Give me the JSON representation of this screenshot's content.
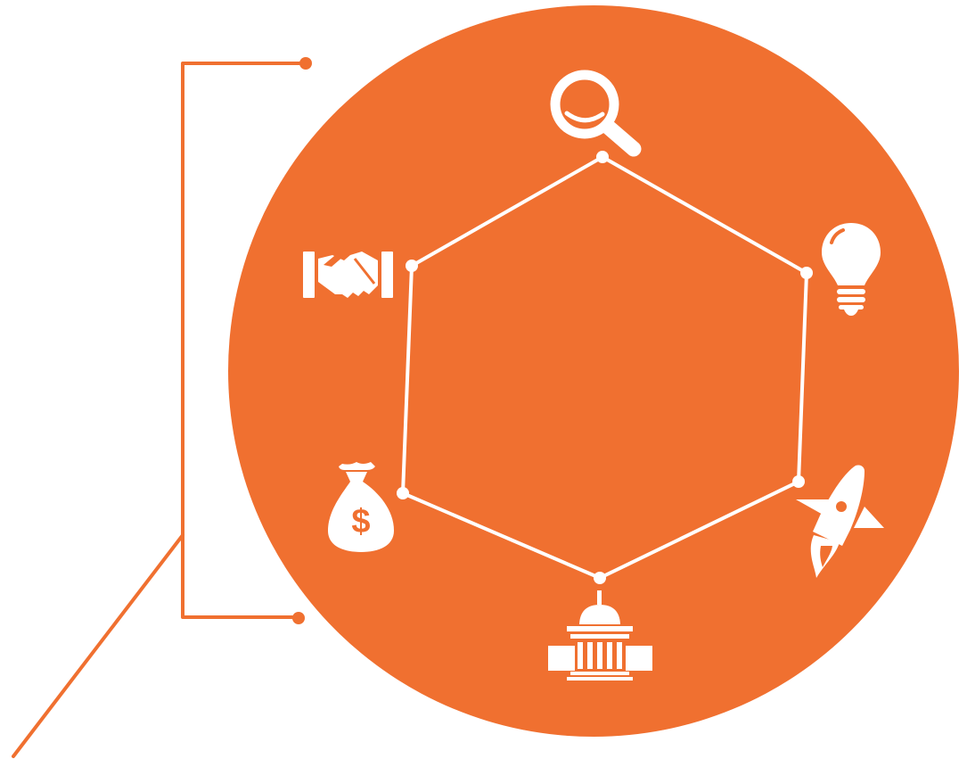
{
  "colors": {
    "accent": "#F07030",
    "line_on_accent": "#FFFFFF",
    "background": "#FFFFFF"
  },
  "diagram": {
    "nodes": [
      {
        "id": "research",
        "icon": "magnifying-glass-icon"
      },
      {
        "id": "idea",
        "icon": "lightbulb-icon"
      },
      {
        "id": "launch",
        "icon": "rocket-icon"
      },
      {
        "id": "government",
        "icon": "capitol-building-icon"
      },
      {
        "id": "funding",
        "icon": "money-bag-icon"
      },
      {
        "id": "partnership",
        "icon": "handshake-icon"
      }
    ],
    "text_labels": []
  }
}
